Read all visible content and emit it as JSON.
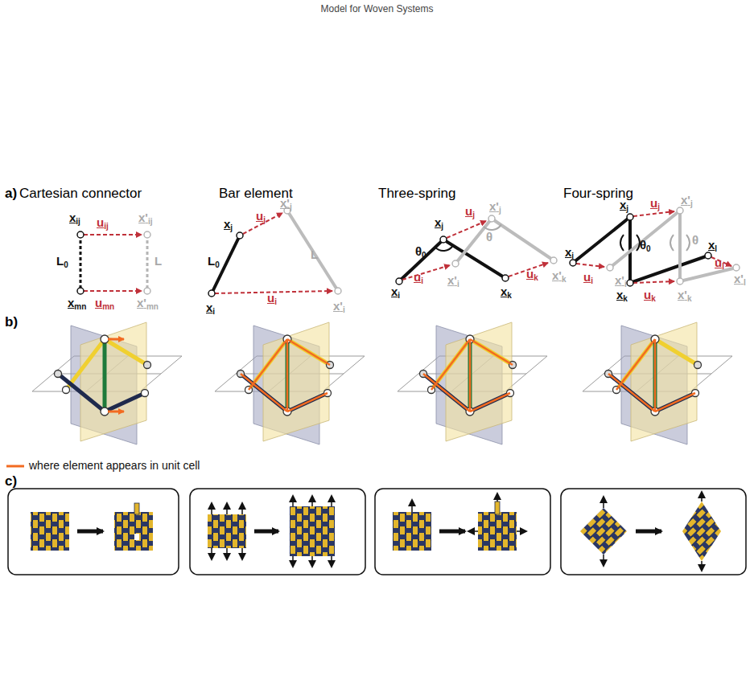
{
  "diagram": {
    "title": "Model for Woven Systems",
    "labels": [
      "a)",
      "Cartesian connector",
      "Bar element",
      "Three-spring",
      "Four-spring",
      "xij",
      "uij",
      "x'ij",
      "L0",
      "L",
      "xmn",
      "umn",
      "x'mn",
      "xj",
      "uj",
      "x'j",
      "L0",
      "L",
      "xi",
      "ui",
      "x'i",
      "xj",
      "uj",
      "x'j",
      "θ0",
      "θ",
      "xi",
      "ui",
      "x'i",
      "xk",
      "uk",
      "x'k",
      "xj",
      "uj",
      "x'j",
      "xl",
      "ul",
      "x'l",
      "θ0",
      "θ",
      "xi",
      "ui",
      "x'i",
      "xk",
      "uk",
      "x'k",
      "b)",
      "c)"
    ],
    "legend": [
      {
        "text": "where element appears in unit cell"
      }
    ]
  }
}
